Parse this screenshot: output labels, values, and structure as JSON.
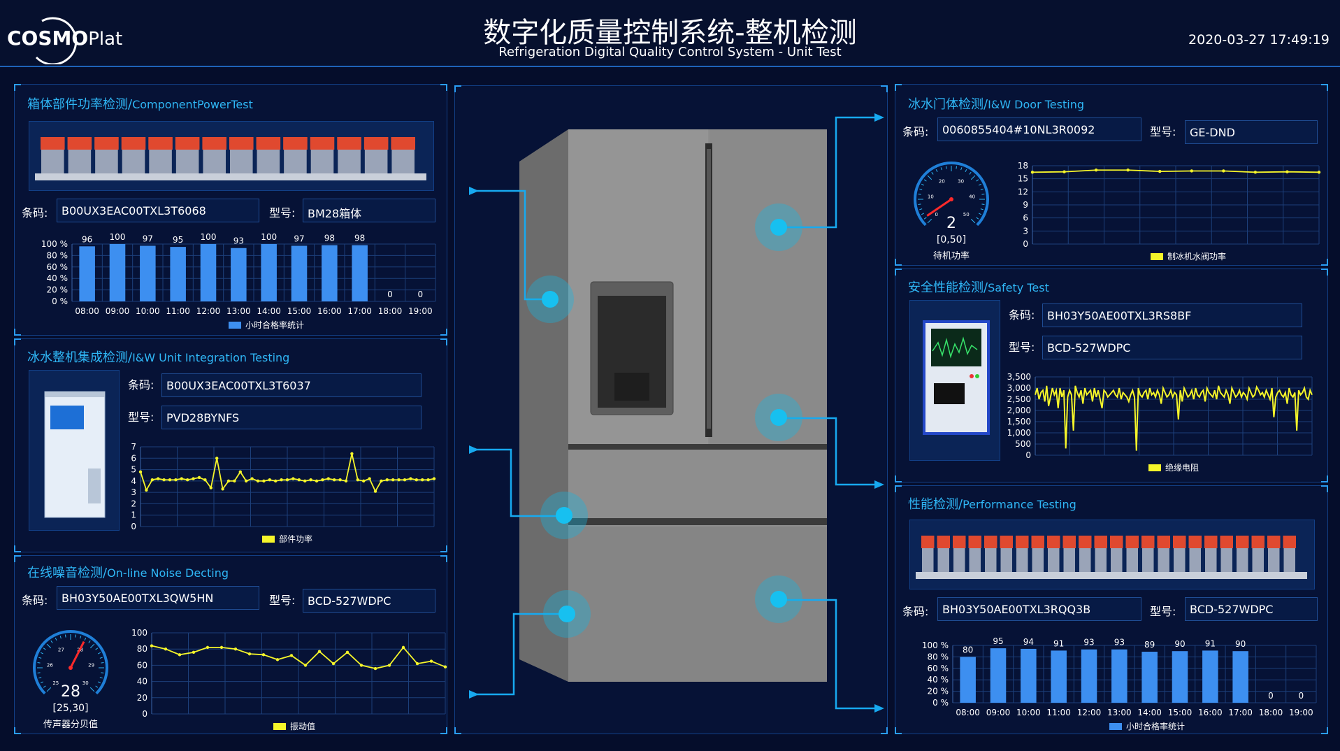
{
  "header": {
    "logo_bold": "COSMO",
    "logo_light": "Plat",
    "title_cn": "数字化质量控制系统-整机检测",
    "title_en": "Refrigeration Digital Quality Control System - Unit Test",
    "datetime": "2020-03-27 17:49:19"
  },
  "labels": {
    "barcode": "条码:",
    "model": "型号:"
  },
  "colors": {
    "bg": "#050d2b",
    "panel": "#061236",
    "accent": "#2fb6f5",
    "bar": "#3d8ff0",
    "line": "#f5f52a"
  },
  "component_power": {
    "title_cn": "箱体部件功率检测/",
    "title_en": "ComponentPowerTest",
    "barcode": "B00UX3EAC00TXL3T6068",
    "model": "BM28箱体",
    "chart_data": {
      "type": "bar",
      "categories": [
        "08:00",
        "09:00",
        "10:00",
        "11:00",
        "12:00",
        "13:00",
        "14:00",
        "15:00",
        "16:00",
        "17:00",
        "18:00",
        "19:00"
      ],
      "values": [
        96,
        100,
        97,
        95,
        100,
        93,
        100,
        97,
        98,
        98,
        0,
        0
      ],
      "ylim": [
        0,
        100
      ],
      "yticks": [
        "0 %",
        "20 %",
        "40 %",
        "60 %",
        "80 %",
        "100 %"
      ],
      "legend": "小时合格率统计",
      "grid": true
    }
  },
  "integration": {
    "title_cn": "冰水整机集成检测/",
    "title_en": "I&W Unit Integration Testing",
    "barcode": "B00UX3EAC00TXL3T6037",
    "model": "PVD28BYNFS",
    "chart_data": {
      "type": "line",
      "values": [
        4.8,
        3.2,
        4.1,
        4.2,
        4.1,
        4.1,
        4.1,
        4.2,
        4.1,
        4.2,
        4.3,
        4.1,
        3.4,
        6,
        3.3,
        4,
        4,
        4.8,
        4,
        4.2,
        4,
        4,
        4.1,
        4,
        4.1,
        4.1,
        4.2,
        4.1,
        4,
        4.1,
        4,
        4.1,
        4.2,
        4.1,
        4.1,
        4,
        6.4,
        4.1,
        4,
        4.2,
        3.1,
        4,
        4.1,
        4.1,
        4.1,
        4.1,
        4.2,
        4.1,
        4.1,
        4.1,
        4.2
      ],
      "ylim": [
        0,
        7
      ],
      "yticks": [
        "0",
        "1",
        "2",
        "3",
        "4",
        "5",
        "6",
        "7"
      ],
      "legend": "部件功率",
      "grid": true
    }
  },
  "noise": {
    "title_cn": "在线噪音检测/",
    "title_en": "On-line Noise Decting",
    "barcode": "BH03Y50AE00TXL3QW5HN",
    "model": "BCD-527WDPC",
    "gauge": {
      "value": "28",
      "range": "[25,30]",
      "name": "传声器分贝值",
      "min": 25,
      "max": 30,
      "ticks": [
        "25",
        "26",
        "27",
        "28",
        "29",
        "30"
      ],
      "ratio": 0.6
    },
    "chart_data": {
      "type": "line",
      "values": [
        84,
        80,
        73,
        76,
        82,
        82,
        80,
        74,
        73,
        67,
        72,
        60,
        77,
        62,
        76,
        60,
        56,
        60,
        82,
        62,
        65,
        58
      ],
      "ylim": [
        0,
        100
      ],
      "yticks": [
        "0",
        "20",
        "40",
        "60",
        "80",
        "100"
      ],
      "legend": "振动值",
      "grid": true
    }
  },
  "door": {
    "title_cn": "冰水门体检测/",
    "title_en": "I&W Door Testing",
    "barcode": "0060855404#10NL3R0092",
    "model": "GE-DND",
    "gauge": {
      "value": "2",
      "range": "[0,50]",
      "name": "待机功率",
      "min": 0,
      "max": 50,
      "ticks": [
        "0",
        "10",
        "20",
        "30",
        "40",
        "50"
      ],
      "ratio": 0.04
    },
    "chart_data": {
      "type": "line",
      "values": [
        16.5,
        16.6,
        17,
        17,
        16.7,
        16.8,
        16.8,
        16.5,
        16.6,
        16.5
      ],
      "ylim": [
        0,
        18
      ],
      "yticks": [
        "0",
        "3",
        "6",
        "9",
        "12",
        "15",
        "18"
      ],
      "legend": "制冰机水阀功率",
      "grid": true
    }
  },
  "safety": {
    "title_cn": "安全性能检测/",
    "title_en": "Safety Test",
    "barcode": "BH03Y50AE00TXL3RS8BF",
    "model": "BCD-527WDPC",
    "chart_data": {
      "type": "line",
      "values": [
        2700,
        3000,
        2500,
        2800,
        2900,
        2400,
        3100,
        2200,
        2600,
        3000,
        2700,
        2900,
        2100,
        3000,
        2600,
        2900,
        300,
        2600,
        2900,
        2700,
        1100,
        3100,
        2800,
        2600,
        2900,
        2300,
        3000,
        2700,
        2800,
        2900,
        2400,
        3000,
        2600,
        2900,
        2500,
        2100,
        2900,
        2800,
        2600,
        2700,
        2800,
        2900,
        2700,
        2600,
        3000,
        2500,
        2800,
        2700,
        2600,
        2400,
        2700,
        2900,
        2600,
        200,
        3000,
        2700,
        2600,
        2800,
        2900,
        2500,
        3000,
        2700,
        2800,
        2600,
        2900,
        2700,
        2300,
        3000,
        2800,
        2600,
        2700,
        2900,
        2600,
        2800,
        2700,
        1600,
        2900,
        2400,
        3000,
        2800,
        2600,
        2700,
        2900,
        2500,
        3000,
        2700,
        2600,
        2800,
        2900,
        2400,
        3000,
        2800,
        2700,
        2600,
        2900,
        2500,
        3100,
        2800,
        2700,
        2600,
        2900,
        2700,
        2300,
        3000,
        2800,
        2600,
        2700,
        2900,
        2600,
        2800,
        2700,
        2500,
        3000,
        2800,
        2600,
        2700,
        3050,
        2900,
        2700,
        2800,
        2600,
        2900,
        2700,
        2500,
        3000,
        1700,
        2600,
        2800,
        2900,
        2700,
        2600,
        2800,
        2300,
        3000,
        2700,
        2600,
        2800,
        1100,
        2900,
        2700,
        2800,
        3000,
        2600,
        2500,
        2900,
        2700
      ],
      "ylim": [
        0,
        3500
      ],
      "yticks": [
        "0",
        "500",
        "1,000",
        "1,500",
        "2,000",
        "2,500",
        "3,000",
        "3,500"
      ],
      "legend": "绝缘电阻",
      "grid": true
    }
  },
  "performance": {
    "title_cn": "性能检测/",
    "title_en": "Performance Testing",
    "barcode": "BH03Y50AE00TXL3RQQ3B",
    "model": "BCD-527WDPC",
    "chart_data": {
      "type": "bar",
      "categories": [
        "08:00",
        "09:00",
        "10:00",
        "11:00",
        "12:00",
        "13:00",
        "14:00",
        "15:00",
        "16:00",
        "17:00",
        "18:00",
        "19:00"
      ],
      "values": [
        80,
        95,
        94,
        91,
        93,
        93,
        89,
        90,
        91,
        90,
        0,
        0
      ],
      "ylim": [
        0,
        100
      ],
      "yticks": [
        "0 %",
        "20 %",
        "40 %",
        "60 %",
        "80 %",
        "100 %"
      ],
      "legend": "小时合格率统计",
      "grid": true
    }
  }
}
